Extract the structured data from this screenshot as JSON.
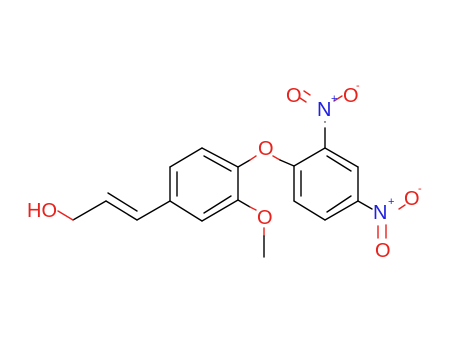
{
  "molecule": {
    "atoms": {
      "hydroxyl": "HO",
      "ether_oxygen": "O",
      "methoxy_oxygen": "O",
      "nitro_n_upper": "N",
      "nitro_n_upper_charge": "+",
      "nitro_o_upper": "O",
      "nitro_o_upper_charge": "-",
      "nitro_n_lower": "N",
      "nitro_n_lower_charge": "+",
      "nitro_o_lower": "O",
      "nitro_o_lower_charge": "-"
    }
  },
  "colors": {
    "oxygen": "#e8221c",
    "nitrogen": "#2020e0",
    "carbon": "#000000",
    "background": "#ffffff"
  }
}
